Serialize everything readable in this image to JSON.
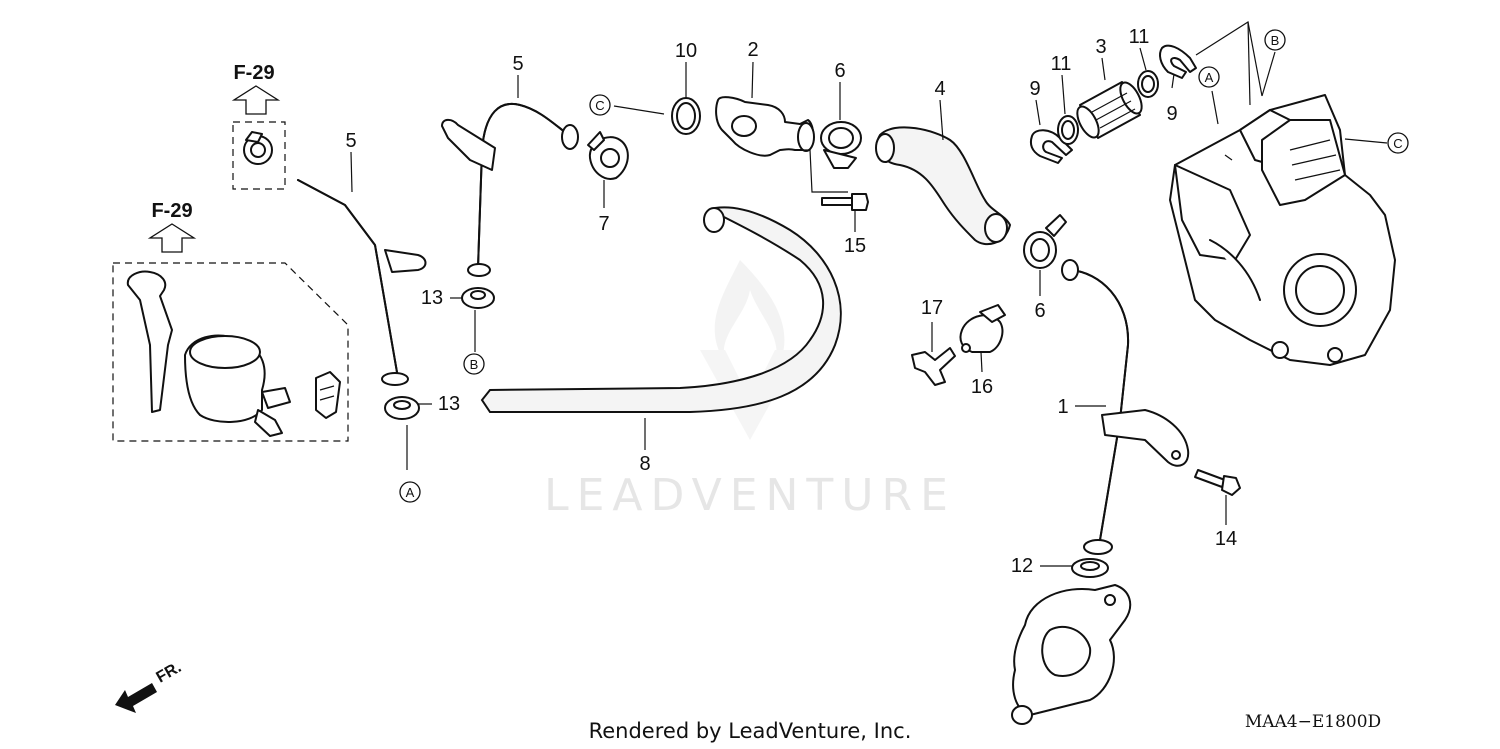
{
  "diagram": {
    "watermark": "LEADVENTURE",
    "footer_text": "Rendered by LeadVenture, Inc.",
    "diagram_code": "MAA4−E1800D",
    "direction_label": "FR.",
    "page_refs": [
      "F-29",
      "F-29"
    ],
    "reference_markers": [
      "A",
      "A",
      "B",
      "B",
      "C",
      "C"
    ],
    "callouts": [
      "1",
      "2",
      "3",
      "4",
      "5",
      "5",
      "6",
      "6",
      "7",
      "8",
      "9",
      "9",
      "10",
      "11",
      "11",
      "12",
      "13",
      "13",
      "14",
      "15",
      "16",
      "17"
    ]
  }
}
